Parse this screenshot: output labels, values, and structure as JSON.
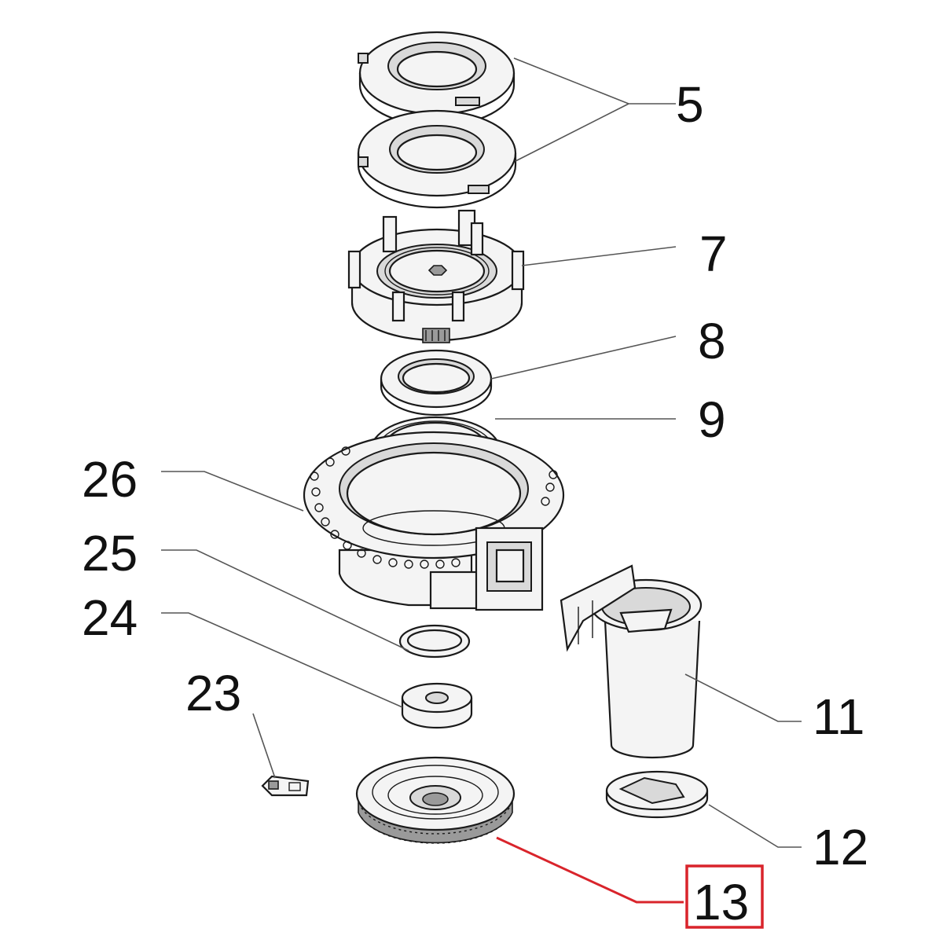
{
  "colors": {
    "line": "#1a1a1a",
    "leader": "#555555",
    "highlight": "#d9242b",
    "background": "#ffffff"
  },
  "labels": {
    "part_5": "5",
    "part_7": "7",
    "part_8": "8",
    "part_9": "9",
    "part_26": "26",
    "part_25": "25",
    "part_24": "24",
    "part_23": "23",
    "part_11": "11",
    "part_12": "12",
    "part_13": "13"
  },
  "highlighted_part": "13"
}
